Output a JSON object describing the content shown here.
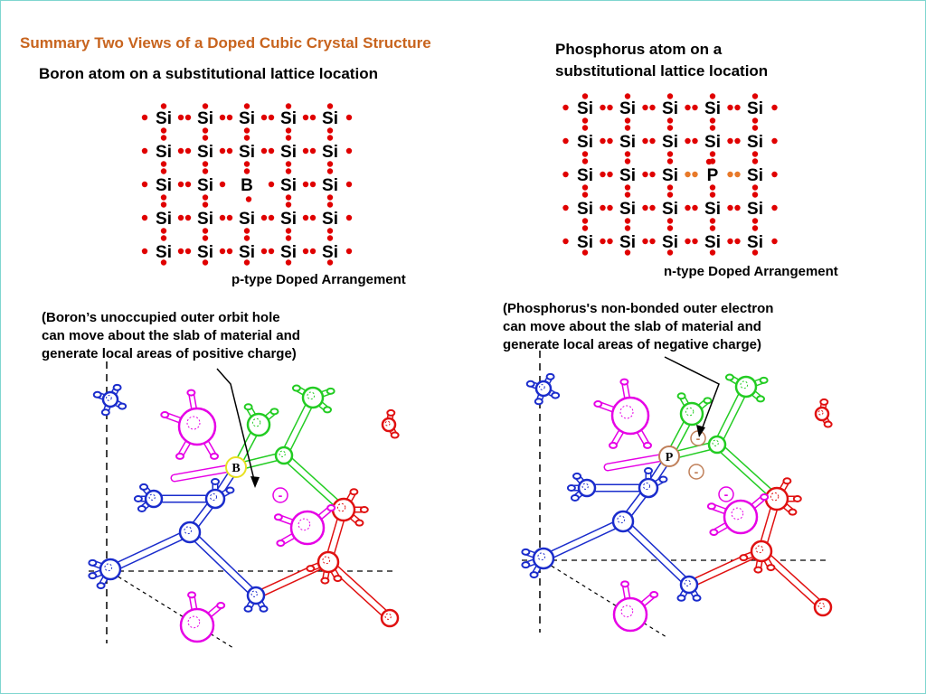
{
  "colors": {
    "title": "#c8641e",
    "electron": "#e00000",
    "bond_electron_dopant": "#e87a2a",
    "magenta_atom": "#e600e6",
    "green_atom": "#22cc22",
    "blue_atom": "#1a2ccc",
    "red_atom": "#e01010",
    "hole_ring": "#e8e020",
    "p_ring": "#c0805a"
  },
  "title": "Summary Two Views of a Doped Cubic Crystal Structure",
  "boron_panel": {
    "heading": "Boron atom on a substitutional lattice location",
    "caption": "p-type Doped Arrangement",
    "dopant_symbol": "B",
    "grid": [
      [
        "Si",
        "Si",
        "Si",
        "Si",
        "Si"
      ],
      [
        "Si",
        "Si",
        "Si",
        "Si",
        "Si"
      ],
      [
        "Si",
        "Si",
        "B",
        "Si",
        "Si"
      ],
      [
        "Si",
        "Si",
        "Si",
        "Si",
        "Si"
      ],
      [
        "Si",
        "Si",
        "Si",
        "Si",
        "Si"
      ]
    ],
    "note_lines": [
      "(Boron’s unoccupied outer orbit hole",
      " can move about the slab of material and",
      " generate local areas of positive charge)"
    ],
    "model_label": "B",
    "charge_marks": [
      "-"
    ]
  },
  "phosphorus_panel": {
    "heading_line1": "Phosphorus atom on a",
    "heading_line2": "substitutional lattice location",
    "caption": "n-type Doped Arrangement",
    "dopant_symbol": "P",
    "grid": [
      [
        "Si",
        "Si",
        "Si",
        "Si",
        "Si"
      ],
      [
        "Si",
        "Si",
        "Si",
        "Si",
        "Si"
      ],
      [
        "Si",
        "Si",
        "Si",
        "P",
        "Si"
      ],
      [
        "Si",
        "Si",
        "Si",
        "Si",
        "Si"
      ],
      [
        "Si",
        "Si",
        "Si",
        "Si",
        "Si"
      ]
    ],
    "note_lines": [
      "(Phosphorus's non-bonded outer electron",
      "can move about the slab of material and",
      "generate local areas of negative charge)"
    ],
    "model_label": "P",
    "charge_marks": [
      "-",
      "-",
      "-"
    ]
  }
}
